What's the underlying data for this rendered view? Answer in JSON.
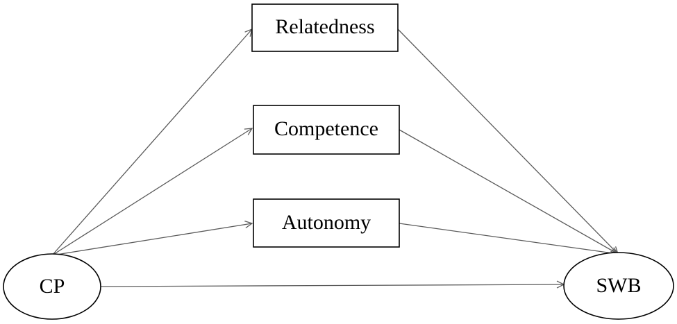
{
  "diagram": {
    "type": "path-diagram",
    "nodes": {
      "cp": {
        "label": "CP",
        "shape": "ellipse"
      },
      "swb": {
        "label": "SWB",
        "shape": "ellipse"
      },
      "relatedness": {
        "label": "Relatedness",
        "shape": "rectangle"
      },
      "competence": {
        "label": "Competence",
        "shape": "rectangle"
      },
      "autonomy": {
        "label": "Autonomy",
        "shape": "rectangle"
      }
    },
    "edges": [
      {
        "from": "cp",
        "to": "relatedness"
      },
      {
        "from": "cp",
        "to": "competence"
      },
      {
        "from": "cp",
        "to": "autonomy"
      },
      {
        "from": "cp",
        "to": "swb"
      },
      {
        "from": "relatedness",
        "to": "swb"
      },
      {
        "from": "competence",
        "to": "swb"
      },
      {
        "from": "autonomy",
        "to": "swb"
      }
    ],
    "colors": {
      "edge": "#5a5a5a",
      "node_stroke": "#000000",
      "background": "#ffffff"
    }
  }
}
